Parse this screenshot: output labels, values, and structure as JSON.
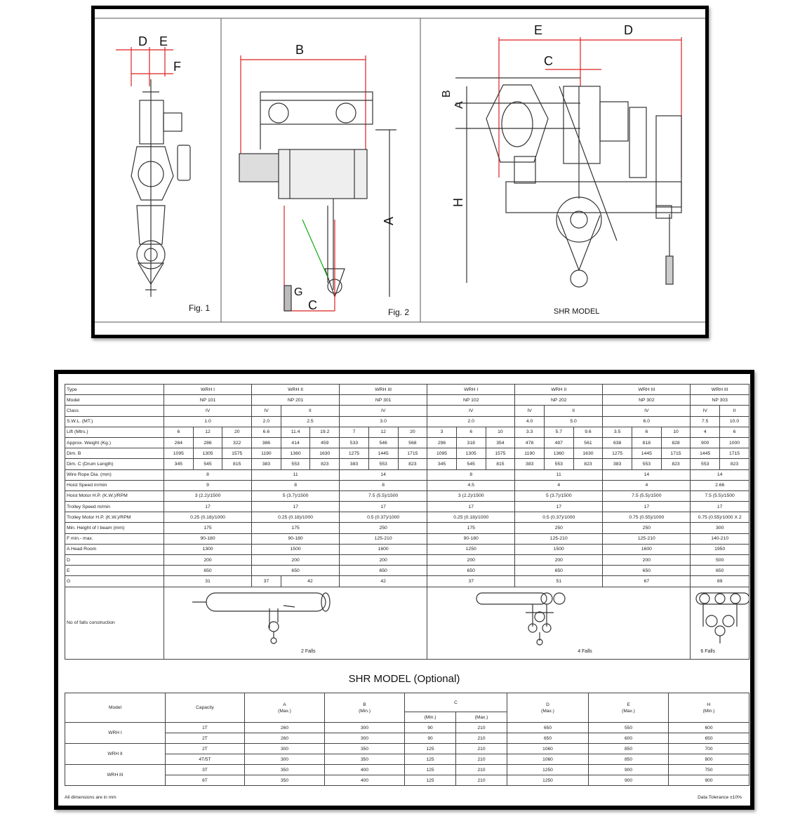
{
  "figures": {
    "fig1": {
      "caption": "Fig. 1",
      "dims": [
        "D",
        "E",
        "F"
      ]
    },
    "fig2": {
      "caption": "Fig. 2",
      "dims": [
        "B",
        "A",
        "G",
        "C"
      ]
    },
    "fig3": {
      "caption": "SHR MODEL",
      "dims": [
        "E",
        "D",
        "C",
        "B",
        "A",
        "H"
      ]
    }
  },
  "spec": {
    "row_labels": {
      "type": "Type",
      "model": "Model",
      "class": "Class",
      "swl": "S.W.L. (MT.)",
      "lift": "Lift (Mtrs.)",
      "weight": "Approx. Weight (Kg.)",
      "dim_b": "Dim. B",
      "dim_c": "Dim. C (Drum Length)",
      "rope": "Wire Rope Dia. (mm)",
      "hoist_speed": "Hoist Speed m/min",
      "hoist_motor": "Hoist Motor H.P. (K.W.)/RPM",
      "trolley_speed": "Trolley Speed  m/min",
      "trolley_motor": "Trolley Motor H.P. (K.W.)/RPM",
      "min_height": "Min. Height of I beam (mm)",
      "f_range": "F min.- max.",
      "headroom": "A Head Room",
      "d": "D",
      "e": "E",
      "g": "G",
      "falls": "No of falls construction"
    },
    "type": [
      "WRH I",
      "WRH II",
      "WRH III",
      "WRH I",
      "WRH II",
      "WRH III",
      "WRH III"
    ],
    "model": [
      "NP 101",
      "NP 201",
      "NP 301",
      "NP 102",
      "NP 202",
      "NP 302",
      "NP 303"
    ],
    "class": [
      "IV",
      "IV",
      "II",
      "IV",
      "IV",
      "IV",
      "II",
      "IV",
      "IV",
      "II"
    ],
    "swl": [
      "1.0",
      "2.0",
      "2.5",
      "3.0",
      "2.0",
      "4.0",
      "5.0",
      "6.0",
      "7.5",
      "10.0"
    ],
    "lift": [
      "6",
      "12",
      "20",
      "6.6",
      "11.4",
      "19.2",
      "7",
      "12",
      "20",
      "3",
      "6",
      "10",
      "3.3",
      "5.7",
      "9.6",
      "3.5",
      "6",
      "10",
      "4",
      "6"
    ],
    "weight": [
      "264",
      "286",
      "322",
      "386",
      "414",
      "459",
      "533",
      "546",
      "568",
      "296",
      "318",
      "354",
      "478",
      "497",
      "561",
      "638",
      "818",
      "828",
      "900",
      "1000"
    ],
    "dim_b": [
      "1095",
      "1305",
      "1575",
      "1190",
      "1360",
      "1630",
      "1275",
      "1445",
      "1715",
      "1095",
      "1305",
      "1575",
      "1190",
      "1360",
      "1630",
      "1275",
      "1445",
      "1715",
      "1445",
      "1715"
    ],
    "dim_c": [
      "345",
      "545",
      "815",
      "383",
      "553",
      "823",
      "383",
      "553",
      "823",
      "345",
      "545",
      "815",
      "383",
      "553",
      "823",
      "383",
      "553",
      "823",
      "553",
      "823"
    ],
    "rope": [
      "8",
      "11",
      "14",
      "8",
      "11",
      "14",
      "14"
    ],
    "hoist_speed": [
      "9",
      "8",
      "8",
      "4.5",
      "4",
      "4",
      "2.66"
    ],
    "hoist_motor": [
      "3 (2.2)/1500",
      "5 (3.7)/1500",
      "7.5 (5.5)/1500",
      "3 (2.2)/1500",
      "5 (3.7)/1500",
      "7.5 (5.5)/1500",
      "7.5 (5.5)/1500"
    ],
    "trolley_speed": [
      "17",
      "17",
      "17",
      "17",
      "17",
      "17",
      "17"
    ],
    "trolley_motor": [
      "0.25 (0.18)/1000",
      "0.25 (0.18)/1000",
      "0.5 (0.37)/1000",
      "0.25 (0.18)/1000",
      "0.5 (0.37)/1000",
      "0.75 (0.55)/1000",
      "0.75 (0.55)/1000 X 2"
    ],
    "min_height": [
      "175",
      "175",
      "250",
      "175",
      "250",
      "250",
      "300"
    ],
    "f_range": [
      "90-180",
      "90-180",
      "125-210",
      "90-180",
      "125-210",
      "125-210",
      "140-210"
    ],
    "headroom": [
      "1300",
      "1500",
      "1600",
      "1250",
      "1500",
      "1600",
      "1950"
    ],
    "d": [
      "200",
      "200",
      "200",
      "200",
      "200",
      "200",
      "500"
    ],
    "e": [
      "650",
      "650",
      "650",
      "650",
      "650",
      "650",
      "650"
    ],
    "g": [
      "31",
      "37",
      "42",
      "42",
      "37",
      "51",
      "67",
      "89"
    ],
    "falls_labels": [
      "2 Falls",
      "4 Falls",
      "6 Falls"
    ]
  },
  "shr": {
    "title": "SHR MODEL  (Optional)",
    "headers": {
      "model": "Model",
      "capacity": "Capacity",
      "a": "A",
      "a_sub": "(Max.)",
      "b": "B",
      "b_sub": "(Min.)",
      "c": "C",
      "c_min": "(Min.)",
      "c_max": "(Max.)",
      "d": "D",
      "d_sub": "(Max.)",
      "e": "E",
      "e_sub": "(Max.)",
      "h": "H",
      "h_sub": "(Min.)"
    },
    "groups": [
      {
        "model": "WRH I",
        "rows": [
          [
            "1T",
            "260",
            "300",
            "90",
            "210",
            "650",
            "550",
            "600"
          ],
          [
            "2T",
            "260",
            "300",
            "90",
            "210",
            "650",
            "600",
            "650"
          ]
        ]
      },
      {
        "model": "WRH II",
        "rows": [
          [
            "2T",
            "300",
            "350",
            "125",
            "210",
            "1060",
            "850",
            "700"
          ],
          [
            "4T/5T",
            "300",
            "350",
            "125",
            "210",
            "1060",
            "850",
            "800"
          ]
        ]
      },
      {
        "model": "WRH III",
        "rows": [
          [
            "3T",
            "350",
            "400",
            "125",
            "210",
            "1250",
            "900",
            "750"
          ],
          [
            "6T",
            "350",
            "400",
            "125",
            "210",
            "1250",
            "900",
            "900"
          ]
        ]
      }
    ]
  },
  "notes": {
    "left": "All dimensions are in mm",
    "right": "Data Tolerance ±10%"
  }
}
